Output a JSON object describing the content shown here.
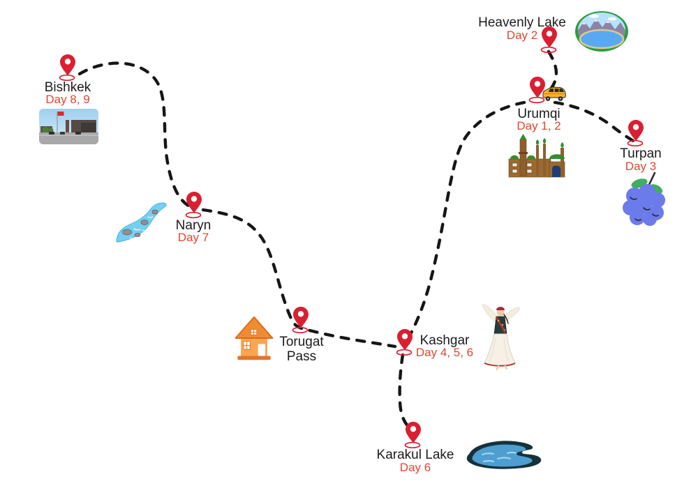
{
  "colors": {
    "background": "#ffffff",
    "route_line": "#161616",
    "pin": "#da1f31",
    "city_name_text": "#1b1b1b",
    "day_text": "#e2462e"
  },
  "route": {
    "style": "dashed",
    "segments": [
      "Heavenly Lake - Urumqi",
      "Urumqi - Turpan",
      "Urumqi - Kashgar",
      "Kashgar - Karakul Lake",
      "Naryn - Torugat Pass - Kashgar",
      "Bishkek - Naryn"
    ]
  },
  "locations": [
    {
      "id": "urumqi",
      "name": "Urumqi",
      "day": "Day 1, 2",
      "pin": "map-pin-icon",
      "illustration": "mosque-illustration",
      "extra_icon": "minibus-icon"
    },
    {
      "id": "heavenly-lake",
      "name": "Heavenly Lake",
      "day": "Day 2",
      "pin": "map-pin-icon",
      "illustration": "mountain-lake-illustration"
    },
    {
      "id": "turpan",
      "name": "Turpan",
      "day": "Day 3",
      "pin": "map-pin-icon",
      "illustration": "grapes-illustration"
    },
    {
      "id": "kashgar",
      "name": "Kashgar",
      "day": "Day 4, 5, 6",
      "pin": "map-pin-icon",
      "illustration": "uyghur-dancer-illustration"
    },
    {
      "id": "karakul-lake",
      "name": "Karakul Lake",
      "day": "Day 6",
      "pin": "map-pin-icon",
      "illustration": "lake-illustration"
    },
    {
      "id": "torugat-pass",
      "name": "Torugat Pass",
      "day": "",
      "pin": "map-pin-icon",
      "illustration": "house-illustration"
    },
    {
      "id": "naryn",
      "name": "Naryn",
      "day": "Day 7",
      "pin": "map-pin-icon",
      "illustration": "river-illustration"
    },
    {
      "id": "bishkek",
      "name": "Bishkek",
      "day": "Day 8, 9",
      "pin": "map-pin-icon",
      "illustration": "city-square-photo"
    }
  ]
}
